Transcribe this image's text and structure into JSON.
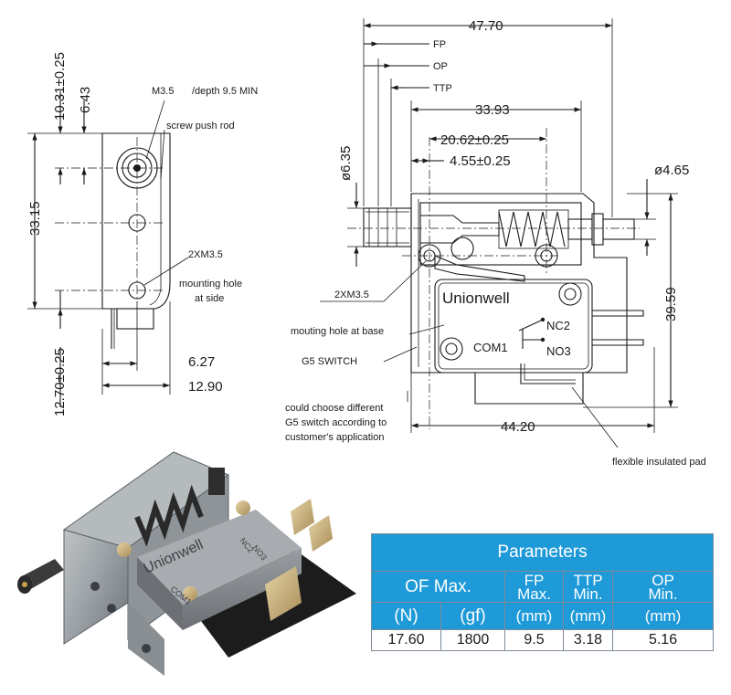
{
  "colors": {
    "line": "#1a1a1a",
    "table_header": "#1f9ad8",
    "table_text": "#ffffff",
    "housing": "#9aa0a4",
    "switch_body": "#7d8185"
  },
  "side_view": {
    "dim_top_total": "10.31±0.25",
    "dim_top_inner": "6.43",
    "dim_height": "33.15",
    "dim_bottom": "12.70±0.25",
    "dim_width_inner": "6.27",
    "dim_width_total": "12.90",
    "label_thread": "M3.5",
    "label_depth": "/depth 9.5 MIN",
    "label_push_rod": "screw push rod",
    "label_holes": "2XM3.5",
    "label_mount_1": "mounting hole",
    "label_mount_2": "at side"
  },
  "front_view": {
    "dim_overall": "47.70",
    "label_fp": "FP",
    "label_op": "OP",
    "label_ttp": "TTP",
    "dim_33": "33.93",
    "dim_20": "20.62±0.25",
    "dim_4": "4.55±0.25",
    "dim_dia_left": "ø6.35",
    "dim_dia_right": "ø4.65",
    "dim_right_height": "39.59",
    "dim_bottom_width": "44.20",
    "label_base_holes": "2XM3.5",
    "label_base_mount": "mouting hole at base",
    "label_g5": "G5 SWITCH",
    "label_choose_1": "could choose different",
    "label_choose_2": "G5 switch according to",
    "label_choose_3": "customer's application",
    "label_pad": "flexible insulated pad",
    "brand": "Unionwell",
    "terminal_nc": "NC2",
    "terminal_no": "NO3",
    "terminal_com": "COM1"
  },
  "photo": {
    "brand": "Unionwell",
    "terminal_nc": "NC2",
    "terminal_no": "NO3",
    "terminal_com": "COM1"
  },
  "parameters": {
    "title": "Parameters",
    "of_max": "OF Max.",
    "fp_line1": "FP",
    "fp_line2": "Max.",
    "ttp_line1": "TTP",
    "ttp_line2": "Min.",
    "op_line1": "OP",
    "op_line2": "Min.",
    "unit_n": "(N)",
    "unit_gf": "(gf)",
    "unit_mm_fp": "(mm)",
    "unit_mm_ttp": "(mm)",
    "unit_mm_op": "(mm)",
    "val_n": "17.60",
    "val_gf": "1800",
    "val_fp": "9.5",
    "val_ttp": "3.18",
    "val_op": "5.16"
  }
}
